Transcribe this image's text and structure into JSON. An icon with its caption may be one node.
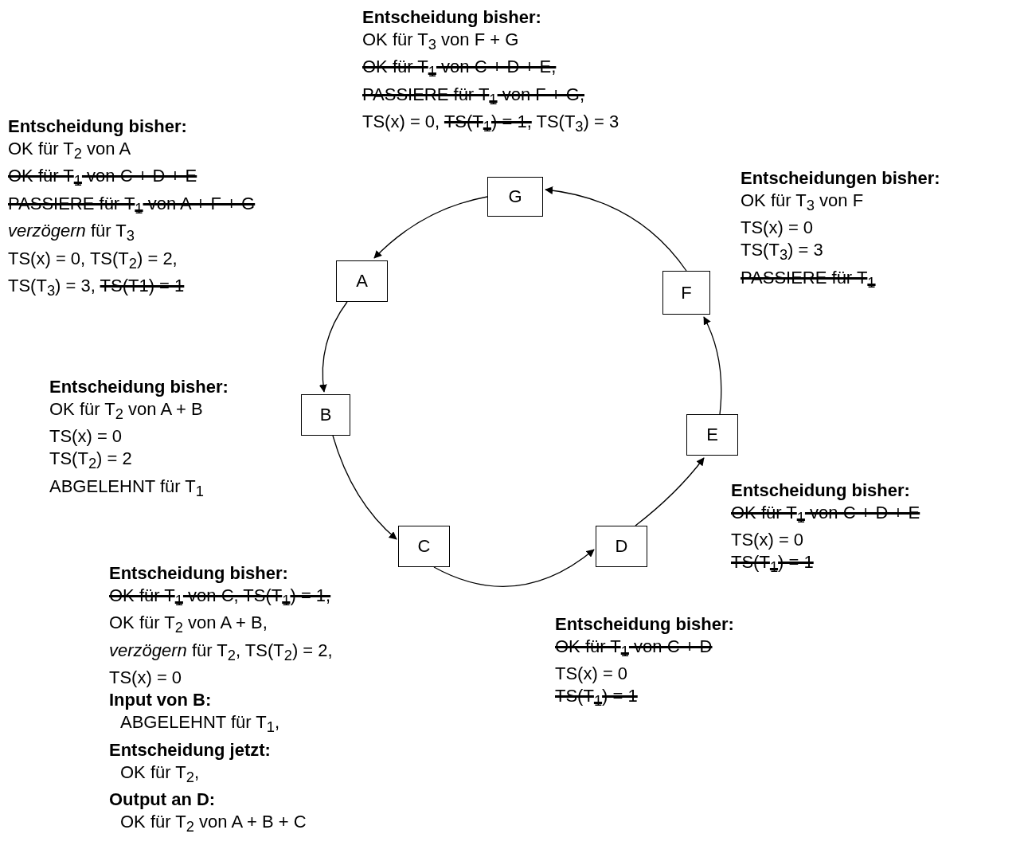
{
  "diagram": {
    "nodes": [
      {
        "text": [
          "A"
        ],
        "beside": [
          "Entscheidung bisher:",
          "OK für T$_{2}$ von A",
          "OK für T$_{1}$ von C + D + E",
          "PASSIERE für T$_{1}$ von A + F + G",
          "*verzögern* für T$_{3}$",
          "TS(x) = 0,  TS(T$_{2}$) = 2,",
          "TS(T$_{3}$) = 3,",
          "TS(T1) = 1"
        ]
      },
      {
        "text": [
          "B"
        ],
        "beside": [
          "Entscheidung bisher:",
          "OK für T$_{2}$ von A + B",
          "TS(x) = 0",
          "TS(T$_{2}$) = 2",
          "ABGELEHNT für T$_{1}$"
        ]
      },
      {
        "text": [
          "C"
        ],
        "beside": [
          "Entscheidung bisher:",
          "OK für T$_{1}$ von C, TS(T$_{1}$) = 1,",
          "OK für T$_{2}$ von A + B,",
          "*verzögern* für T$_{2}$,  TS(T$_{2}$) = 2,",
          "TS(x) = 0",
          "Input von B:",
          "ABGELEHNT für T$_{1}$,",
          "Entscheidung jetzt:",
          "OK für T$_{2}$,",
          "Output an D:",
          "OK für T$_{2}$ von A + B + C"
        ]
      },
      {
        "text": [
          "D"
        ],
        "beside": [
          "Entscheidung bisher:",
          "OK für T$_{1}$ von C + D",
          "TS(x) = 0",
          "TS(T$_{1}$) = 1"
        ]
      },
      {
        "text": [
          "E"
        ],
        "beside": [
          "Entscheidung bisher:",
          "OK für T$_{1}$ von C + D + E",
          "TS(x) = 0",
          "TS(T$_{1}$) = 1"
        ]
      },
      {
        "text": [
          "F"
        ],
        "beside": [
          "Entscheidungen bisher:",
          "OK für T$_{3}$ von F",
          "TS(x) = 0",
          "TS(T$_{3}$) = 3",
          "PASSIERE für T$_{1}$"
        ]
      },
      {
        "text": [
          "G"
        ],
        "beside": [
          "Entscheidung bisher:",
          "OK für T$_{3}$ von F + G",
          "OK für T$_{1}$ von C + D + E,",
          "PASSIERE für T$_{1}$ von F + G,",
          "TS(x) = 0,",
          "TS(T$_{1}$) = 1,",
          "TS(T$_{3}$) = 3"
        ]
      }
    ],
    "edges": [
      {
        "from": 6,
        "to": 0,
        "arrow": "to"
      },
      {
        "from": 0,
        "to": 1,
        "arrow": "to"
      },
      {
        "from": 1,
        "to": 2,
        "arrow": "to"
      },
      {
        "from": 2,
        "to": 3,
        "arrow": "to"
      },
      {
        "from": 3,
        "to": 4,
        "arrow": "to"
      },
      {
        "from": 4,
        "to": 5,
        "arrow": "to"
      },
      {
        "from": 5,
        "to": 6,
        "arrow": "to"
      }
    ]
  }
}
